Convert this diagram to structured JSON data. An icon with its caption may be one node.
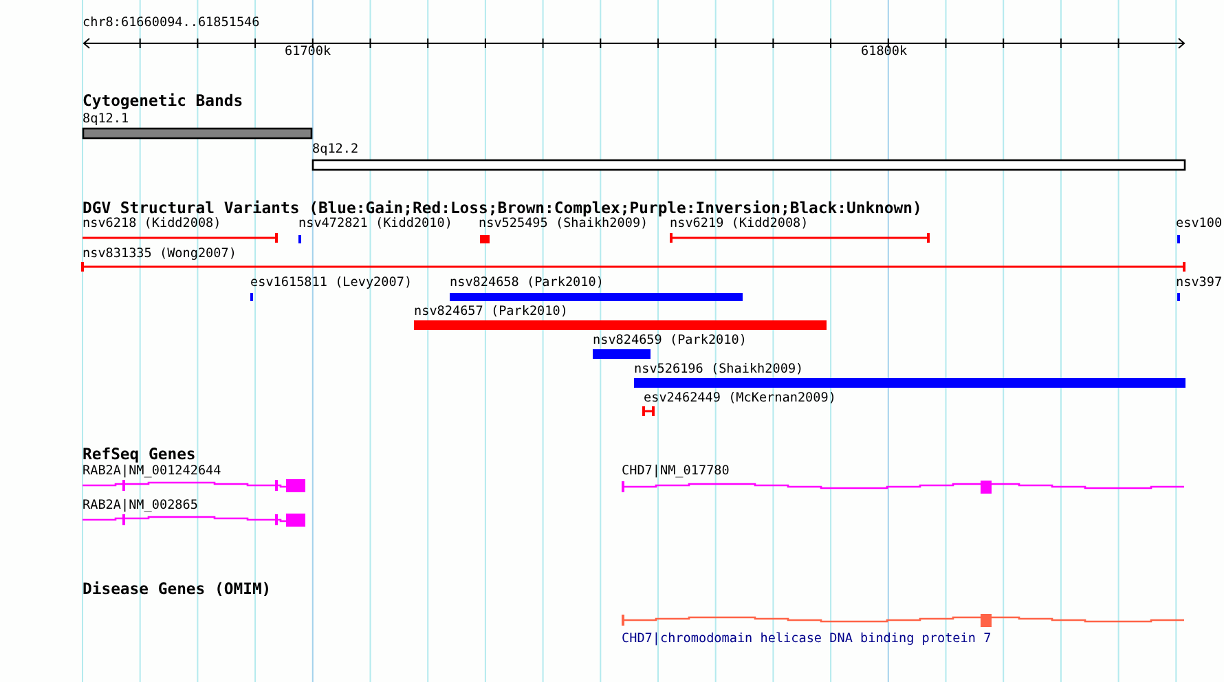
{
  "diagram": {
    "nodes": [
      {
        "text": [
          "8q12.1"
        ]
      },
      {
        "text": [
          "8q12.2"
        ]
      },
      {
        "text": [
          "nsv6218 (Kidd2008)"
        ]
      },
      {
        "text": [
          "nsv472821 (Kidd2010)"
        ]
      },
      {
        "text": [
          "nsv525495 (Shaikh2009)"
        ]
      },
      {
        "text": [
          "nsv6219 (Kidd2008)"
        ]
      },
      {
        "text": [
          "esv100"
        ]
      },
      {
        "text": [
          "nsv831335 (Wong2007)"
        ]
      },
      {
        "text": [
          "esv1615811 (Levy2007)"
        ]
      },
      {
        "text": [
          "nsv824658 (Park2010)"
        ]
      },
      {
        "text": [
          "nsv397"
        ]
      },
      {
        "text": [
          "nsv824657 (Park2010)"
        ]
      },
      {
        "text": [
          "nsv824659 (Park2010)"
        ]
      },
      {
        "text": [
          "nsv526196 (Shaikh2009)"
        ]
      },
      {
        "text": [
          "esv2462449 (McKernan2009)"
        ]
      },
      {
        "text": [
          "RAB2A|NM_001242644"
        ]
      },
      {
        "text": [
          "CHD7|NM_017780"
        ]
      },
      {
        "text": [
          "RAB2A|NM_002865"
        ]
      },
      {
        "text": [
          "CHD7|chromodomain helicase DNA binding protein 7"
        ]
      }
    ],
    "labels": [
      "chr8:61660094..61851546",
      "61700k",
      "61800k",
      "Cytogenetic Bands",
      "DGV Structural Variants (Blue:Gain;Red:Loss;Brown:Complex;Purple:Inversion;Black:Unknown)",
      "RefSeq Genes",
      "Disease Genes (OMIM)"
    ]
  }
}
